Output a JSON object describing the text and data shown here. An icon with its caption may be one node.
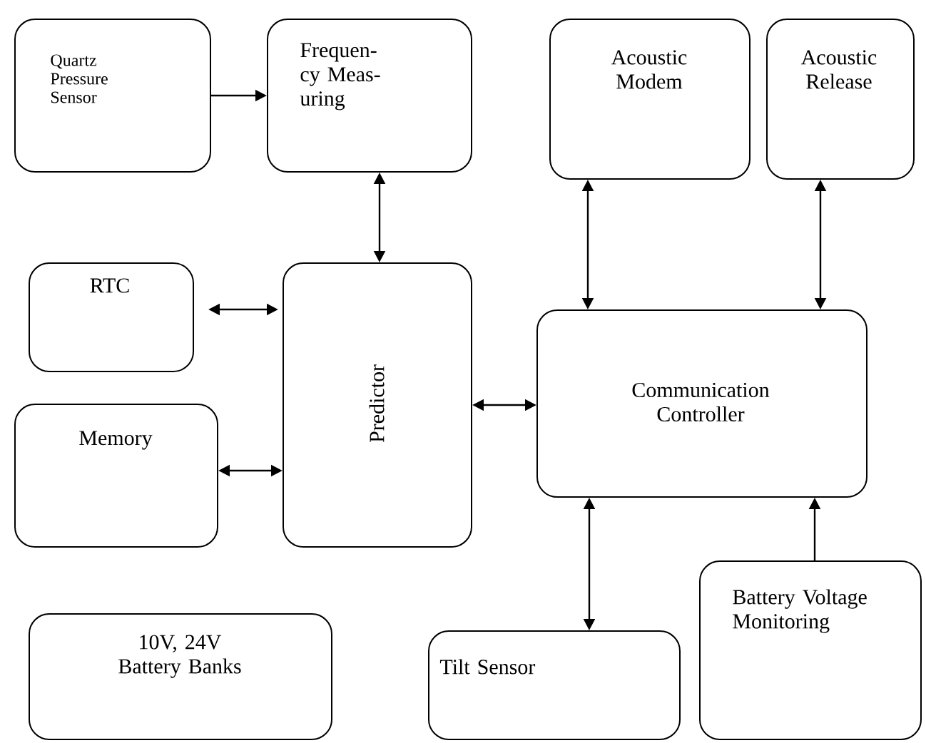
{
  "diagram": {
    "nodes": [
      {
        "text": [
          "Quartz Pressure Sensor"
        ]
      },
      {
        "text": [
          "Frequen- cy Meas- uring"
        ]
      },
      {
        "text": [
          "Acoustic Modem"
        ]
      },
      {
        "text": [
          "Acoustic Release"
        ]
      },
      {
        "text": [
          "RTC"
        ]
      },
      {
        "text": [
          "Memory"
        ]
      },
      {
        "text": [
          "Predictor"
        ]
      },
      {
        "text": [
          "Communication Controller"
        ]
      },
      {
        "text": [
          "10V, 24V Battery Banks"
        ]
      },
      {
        "text": [
          "Tilt Sensor"
        ]
      },
      {
        "text": [
          "Battery Voltage Monitoring"
        ]
      }
    ],
    "edges": [
      {
        "from": 0,
        "to": 1,
        "arrow": "to"
      },
      {
        "from": 1,
        "to": 6,
        "arrow": "both"
      },
      {
        "from": 4,
        "to": 6,
        "arrow": "both"
      },
      {
        "from": 5,
        "to": 6,
        "arrow": "both"
      },
      {
        "from": 6,
        "to": 7,
        "arrow": "both"
      },
      {
        "from": 2,
        "to": 7,
        "arrow": "both"
      },
      {
        "from": 3,
        "to": 7,
        "arrow": "both"
      },
      {
        "from": 9,
        "to": 7,
        "arrow": "both"
      },
      {
        "from": 10,
        "to": 7,
        "arrow": "to"
      }
    ]
  }
}
